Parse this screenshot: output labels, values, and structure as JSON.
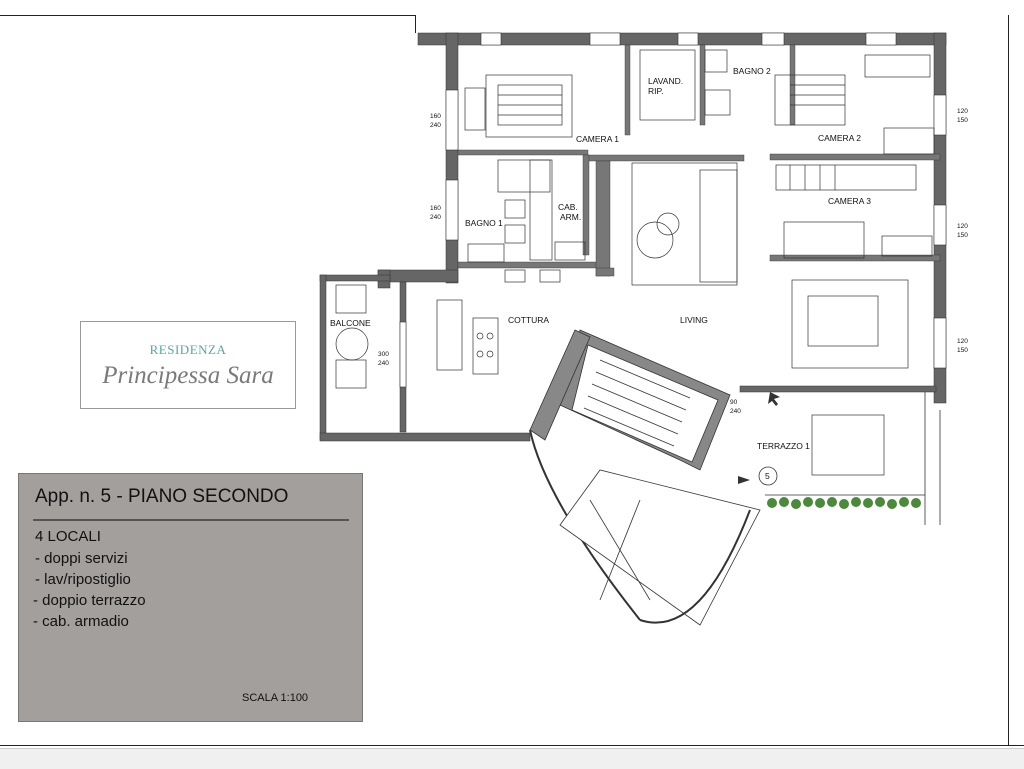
{
  "rooms": {
    "camera1": "CAMERA 1",
    "lavand": "LAVAND.",
    "rip": "RIP.",
    "bagno2": "BAGNO 2",
    "camera2": "CAMERA 2",
    "camera3": "CAMERA 3",
    "bagno1": "BAGNO 1",
    "cab": "CAB.",
    "arm": "ARM.",
    "balcone": "BALCONE",
    "cottura": "COTTURA",
    "living": "LIVING",
    "terrazzo": "TERRAZZO 1",
    "stair_number": "5"
  },
  "dimensions": {
    "w1_top": "160",
    "w1_bot": "240",
    "w2_top": "160",
    "w2_bot": "240",
    "w3_top": "120",
    "w3_bot": "150",
    "w4_top": "120",
    "w4_bot": "150",
    "w5_top": "120",
    "w5_bot": "150",
    "w6_top": "300",
    "w6_bot": "240",
    "w7_top": "90",
    "w7_bot": "240"
  },
  "logo": {
    "brand": "RESIDENZA",
    "name": "Principessa Sara"
  },
  "info": {
    "title": "App. n. 5 - PIANO SECONDO",
    "lines": [
      "4 LOCALI",
      " - doppi servizi",
      " - lav/ripostiglio",
      "- doppio terrazzo",
      " - cab. armadio"
    ],
    "scale": "SCALA 1:100"
  },
  "colors": {
    "wall": "#555555",
    "info_bg": "#a39f9d",
    "logo_accent": "#5aa6a0",
    "plant": "#4a8a3a"
  }
}
